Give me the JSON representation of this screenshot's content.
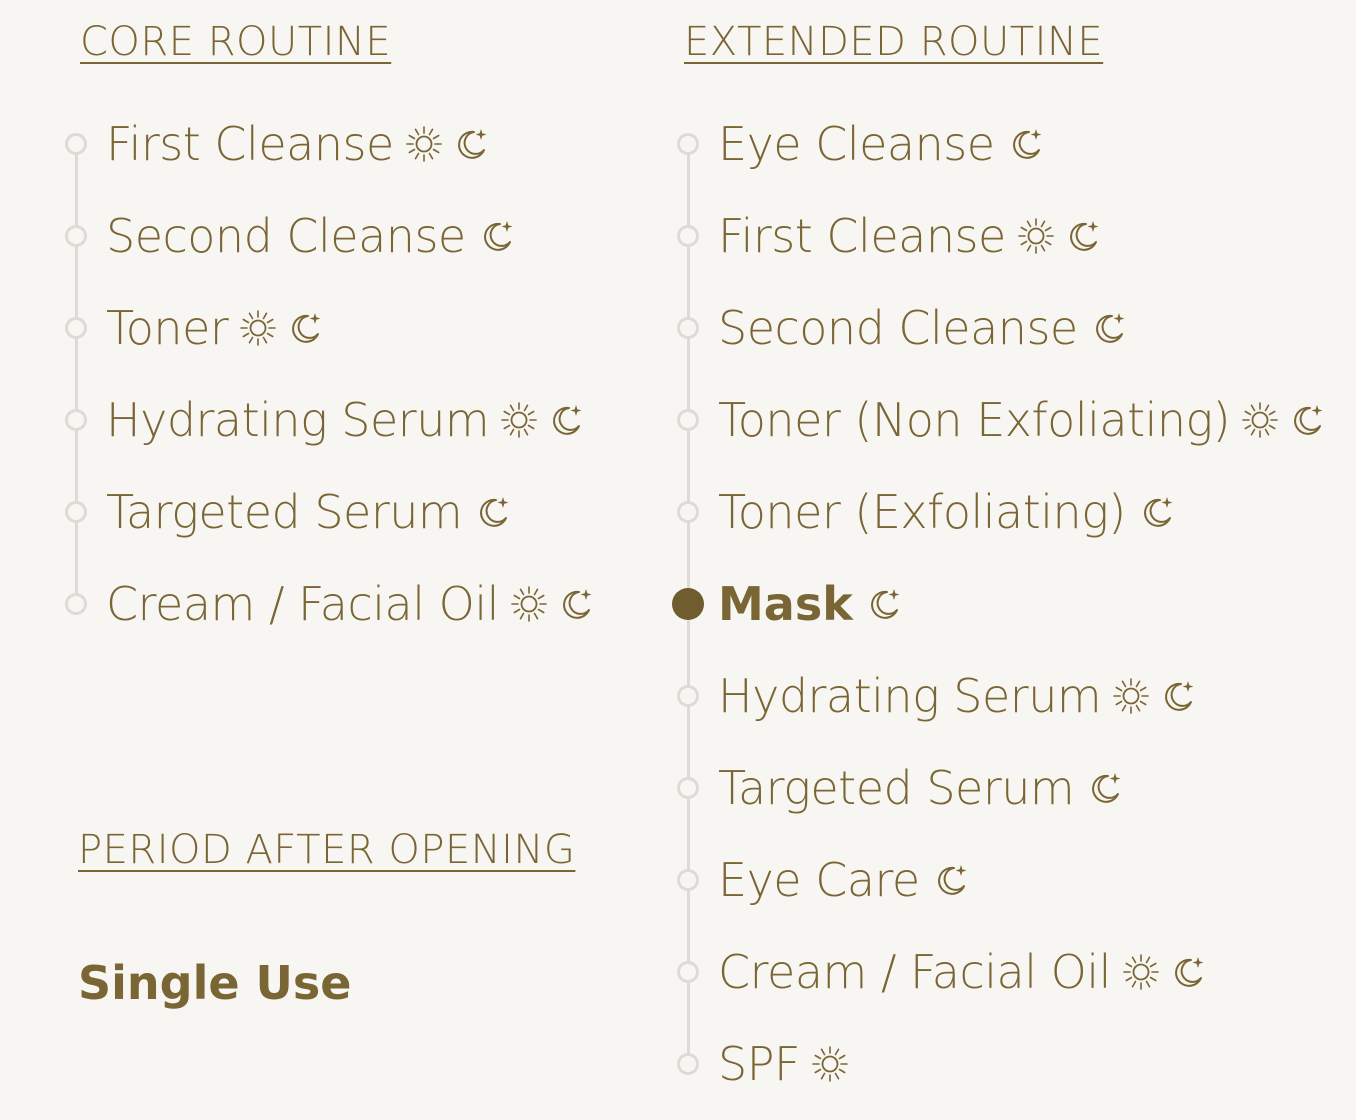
{
  "colors": {
    "accent": "#7a6535",
    "accent_dark": "#6f5c2f",
    "rail": "#dddbd6",
    "background": "#f8f6f2"
  },
  "core_routine": {
    "heading": "CORE ROUTINE",
    "steps": [
      {
        "label": "First Cleanse",
        "icons": [
          "sun-icon",
          "moon-icon"
        ],
        "active": false
      },
      {
        "label": "Second Cleanse",
        "icons": [
          "moon-icon"
        ],
        "active": false
      },
      {
        "label": "Toner",
        "icons": [
          "sun-icon",
          "moon-icon"
        ],
        "active": false
      },
      {
        "label": "Hydrating Serum",
        "icons": [
          "sun-icon",
          "moon-icon"
        ],
        "active": false
      },
      {
        "label": "Targeted Serum",
        "icons": [
          "moon-icon"
        ],
        "active": false
      },
      {
        "label": "Cream / Facial Oil",
        "icons": [
          "sun-icon",
          "moon-icon"
        ],
        "active": false
      }
    ]
  },
  "extended_routine": {
    "heading": "EXTENDED ROUTINE",
    "steps": [
      {
        "label": "Eye Cleanse",
        "icons": [
          "moon-icon"
        ],
        "active": false
      },
      {
        "label": "First Cleanse",
        "icons": [
          "sun-icon",
          "moon-icon"
        ],
        "active": false
      },
      {
        "label": "Second Cleanse",
        "icons": [
          "moon-icon"
        ],
        "active": false
      },
      {
        "label": "Toner (Non Exfoliating)",
        "icons": [
          "sun-icon",
          "moon-icon"
        ],
        "active": false
      },
      {
        "label": "Toner (Exfoliating)",
        "icons": [
          "moon-icon"
        ],
        "active": false
      },
      {
        "label": "Mask",
        "icons": [
          "moon-icon"
        ],
        "active": true
      },
      {
        "label": "Hydrating Serum",
        "icons": [
          "sun-icon",
          "moon-icon"
        ],
        "active": false
      },
      {
        "label": "Targeted Serum",
        "icons": [
          "moon-icon"
        ],
        "active": false
      },
      {
        "label": "Eye Care",
        "icons": [
          "moon-icon"
        ],
        "active": false
      },
      {
        "label": "Cream / Facial Oil",
        "icons": [
          "sun-icon",
          "moon-icon"
        ],
        "active": false
      },
      {
        "label": "SPF",
        "icons": [
          "sun-icon"
        ],
        "active": false
      }
    ]
  },
  "period_after_opening": {
    "heading": "PERIOD AFTER OPENING",
    "value": "Single Use"
  }
}
